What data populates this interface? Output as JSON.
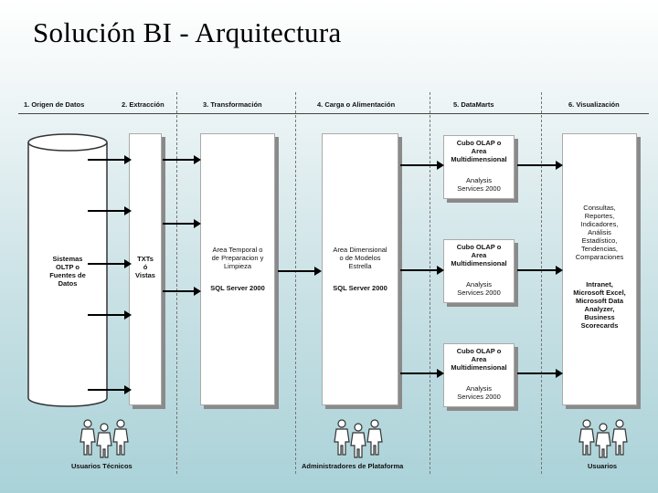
{
  "title": "Solución  BI  -  Arquitectura",
  "columns": [
    "1. Origen de Datos",
    "2. Extracción",
    "3.  Transformación",
    "4.  Carga o Alimentación",
    "5.  DataMarts",
    "6.  Visualización"
  ],
  "source": {
    "label": "Sistemas\nOLTP o\nFuentes de\nDatos"
  },
  "extraction": {
    "label": "TXTs\nó\nVistas"
  },
  "transformation": {
    "label": "Area Temporal o\nde Preparacion y\nLimpieza",
    "tech": "SQL Server 2000"
  },
  "load": {
    "label": "Area Dimensional\no de Modelos\nEstrella",
    "tech": "SQL Server 2000"
  },
  "datamarts": [
    {
      "label": "Cubo OLAP o\nArea\nMultidimensional",
      "tech": "Analysis\nServices 2000"
    },
    {
      "label": "Cubo OLAP o\nArea\nMultidimensional",
      "tech": "Analysis\nServices 2000"
    },
    {
      "label": "Cubo OLAP o\nArea\nMultidimensional",
      "tech": "Analysis\nServices 2000"
    }
  ],
  "visualization": {
    "top": "Consultas,\nReportes,\nIndicadores,\nAnálisis\nEstadístico,\nTendencias,\nComparaciones",
    "bottom": "Intranet,\nMicrosoft Excel,\nMicrosoft Data\nAnalyzer,\nBusiness\nScorecards"
  },
  "actors": [
    {
      "label": "Usuarios Técnicos",
      "icon": "people-icon"
    },
    {
      "label": "Administradores de Plataforma",
      "icon": "people-icon"
    },
    {
      "label": "Usuarios",
      "icon": "people-icon"
    }
  ],
  "colors": {
    "background_bottom": "#a9d2d8",
    "box_shadow": "#8a8a8a"
  }
}
